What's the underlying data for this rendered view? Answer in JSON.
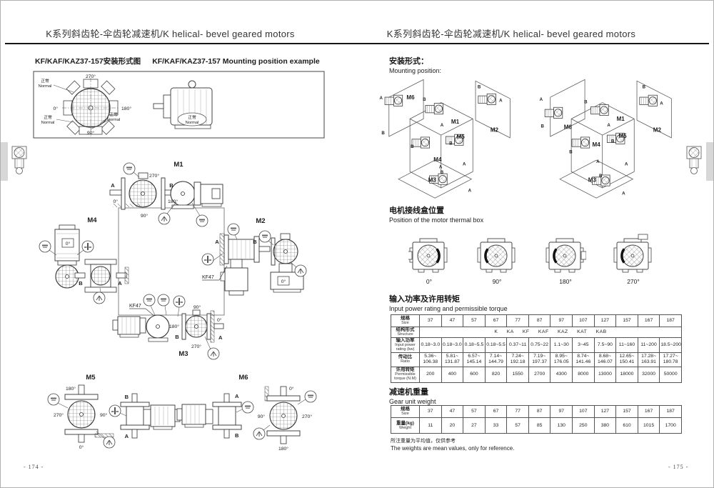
{
  "header": {
    "title": "K系列斜齿轮-伞齿轮减速机/K helical- bevel geared motors"
  },
  "deg": {
    "d0": "0°",
    "d90": "90°",
    "d180": "180°",
    "d270": "270°"
  },
  "ab": {
    "a": "A",
    "b": "B"
  },
  "m": {
    "m1": "M1",
    "m2": "M2",
    "m3": "M3",
    "m4": "M4",
    "m5": "M5",
    "m6": "M6"
  },
  "left": {
    "subtitle_zh": "KF/KAF/KAZ37-157安装形式图",
    "subtitle_en": "KF/KAF/KAZ37-157 Mounting position example",
    "normal_zh": "正常",
    "normal_en": "Normal",
    "kf47": "KF47",
    "page_no": "- 174 -"
  },
  "right": {
    "mounting_zh": "安装形式：",
    "mounting_en": "Mounting position:",
    "thermal_zh": "电机接线盒位置",
    "thermal_en": "Position of the motor thermal box",
    "note_zh": "所注重量为平均值，仅供参考",
    "note_en": "The weights are mean values, only for reference.",
    "page_no": "- 175 -"
  },
  "tables": {
    "power": {
      "title_zh": "输入功率及许用转矩",
      "title_en": "Input power rating and permissible torque",
      "columns": [
        "37",
        "47",
        "57",
        "67",
        "77",
        "87",
        "97",
        "107",
        "127",
        "157",
        "167",
        "187"
      ],
      "labels": {
        "size_zh": "规格",
        "size_en": "Size",
        "structure_zh": "结构形式",
        "structure_en": "Structure",
        "power_zh": "输入功率",
        "power_en": "Input power rating (kw)",
        "ratio_zh": "传动比",
        "ratio_en": "Ratio",
        "torque_zh": "许用转矩",
        "torque_en": "Permissible torque (N.M)"
      },
      "structure_value": "K KA KF KAF KAZ KAT KAB",
      "power_values": [
        "0.18~3.0",
        "0.18~3.0",
        "0.18~5.5",
        "0.18~5.5",
        "0.37~11",
        "0.75~22",
        "1.1~30",
        "3~45",
        "7.5~90",
        "11~160",
        "11~200",
        "18.5~200"
      ],
      "ratio_values": [
        "5.36~ 106.38",
        "5.81~ 131.87",
        "6.57~ 145.14",
        "7.14~ 144.79",
        "7.24~ 192.18",
        "7.19~ 197.37",
        "8.95~ 176.05",
        "8.74~ 141.46",
        "8.68~ 146.07",
        "12.65~ 150.41",
        "17.28~ 163.91",
        "17.27~ 180.78"
      ],
      "torque_values": [
        "200",
        "400",
        "600",
        "820",
        "1550",
        "2700",
        "4300",
        "8000",
        "13000",
        "18000",
        "32000",
        "50000"
      ]
    },
    "weight": {
      "title_zh": "减速机重量",
      "title_en": "Gear unit weight",
      "columns": [
        "37",
        "47",
        "57",
        "67",
        "77",
        "87",
        "97",
        "107",
        "127",
        "157",
        "167",
        "187"
      ],
      "labels": {
        "size_zh": "规格",
        "size_en": "Size",
        "weight_zh": "重量(kg)",
        "weight_en": "Weight"
      },
      "values": [
        "11",
        "20",
        "27",
        "33",
        "57",
        "85",
        "130",
        "250",
        "380",
        "610",
        "1015",
        "1700"
      ]
    }
  }
}
